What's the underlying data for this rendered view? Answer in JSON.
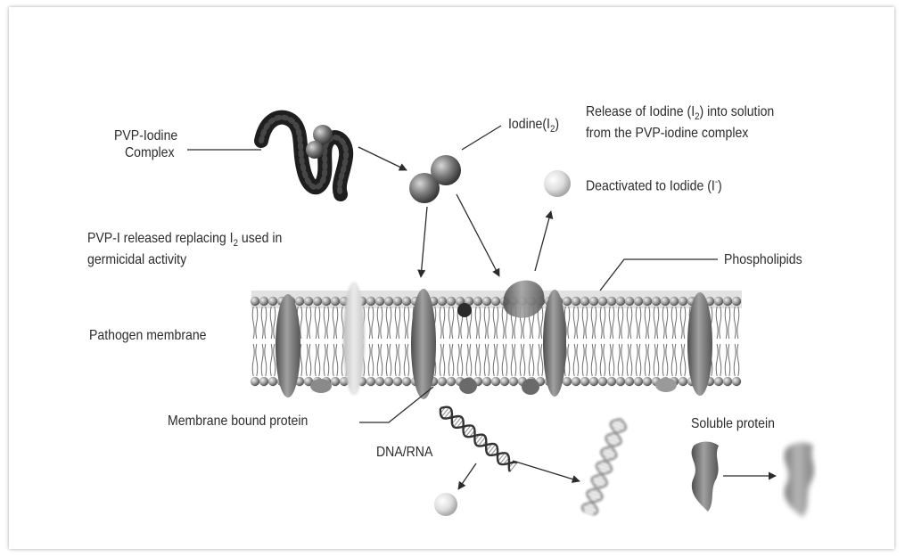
{
  "labels": {
    "pvp_iodine_complex_1": "PVP-Iodine",
    "pvp_iodine_complex_2": "Complex",
    "iodine": "Iodine(I",
    "iodine_sub": "2",
    "iodine_close": ")",
    "release_1": "Release of  Iodine (I",
    "release_1_sub": "2",
    "release_1_end": ") into solution",
    "release_2": "from the PVP-iodine complex",
    "deactivated": "Deactivated to Iodide (I",
    "deactivated_sup": "-",
    "deactivated_close": ")",
    "pvp_released_1": "PVP-I released replacing I",
    "pvp_released_sub": "2",
    "pvp_released_1_end": " used in",
    "pvp_released_2": "germicidal activity",
    "phospholipids": "Phospholipids",
    "pathogen_membrane": "Pathogen membrane",
    "membrane_bound_protein": "Membrane bound protein",
    "dna_rna": "DNA/RNA",
    "soluble_protein": "Soluble protein"
  },
  "colors": {
    "ink": "#2b2b2b",
    "membrane": "#7a7a7a",
    "protein": "#6a6a6a",
    "complex": "#1e1e1e"
  }
}
